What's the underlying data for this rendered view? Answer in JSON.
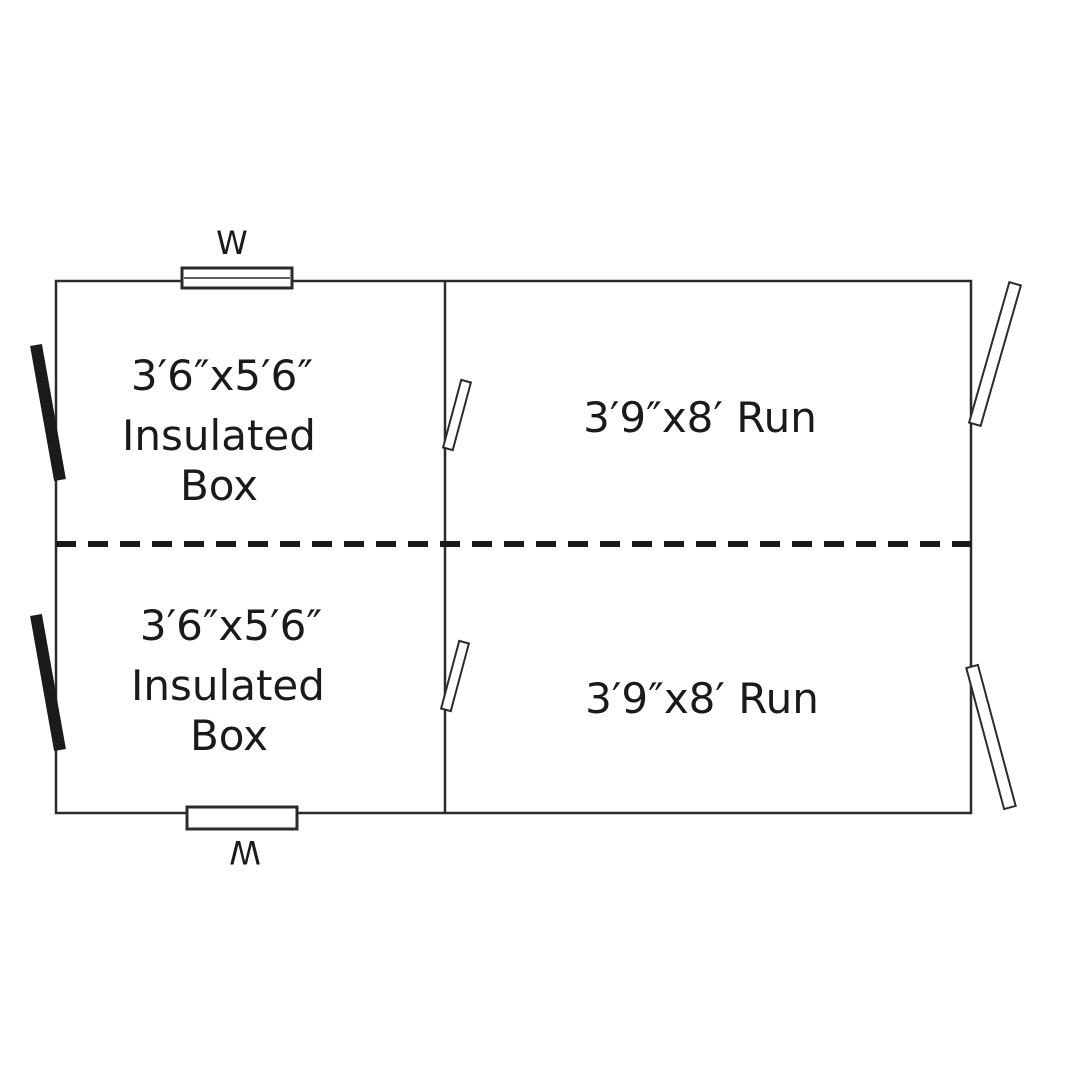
{
  "floorplan": {
    "rooms": [
      {
        "id": "box-top",
        "lines": [
          "3′6″x5′6″",
          "Insulated",
          "Box"
        ]
      },
      {
        "id": "box-bottom",
        "lines": [
          "3′6″x5′6″",
          "Insulated",
          "Box"
        ]
      },
      {
        "id": "run-top",
        "lines": [
          "3′9″x8′ Run"
        ]
      },
      {
        "id": "run-bottom",
        "lines": [
          "3′9″x8′ Run"
        ]
      }
    ],
    "markers": {
      "top_window": "W",
      "bottom_window": "W"
    },
    "colors": {
      "line": "#2b2b2b",
      "solid_door": "#1a1a1a",
      "background": "#ffffff"
    }
  }
}
